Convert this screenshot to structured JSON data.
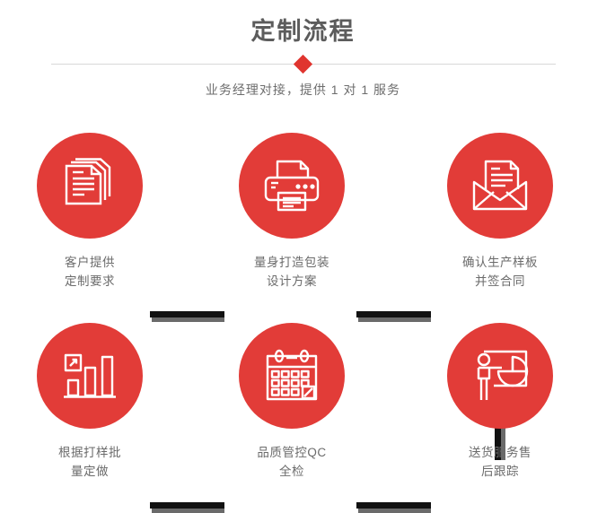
{
  "header": {
    "title": "定制流程",
    "subtitle": "业务经理对接，提供 1 对 1 服务",
    "divider_icon": "diamond-marker",
    "accent_color": "#e0352f",
    "title_color": "#5c5c5c",
    "line_color": "#d8d8d8"
  },
  "theme": {
    "circle_color": "#e23c38",
    "connector_color": "#111111",
    "connector_shadow_color": "#6a6a6a",
    "label_color": "#6b6b6b",
    "background": "#ffffff"
  },
  "steps": [
    {
      "index": 1,
      "icon": "documents-stack-icon",
      "label": "客户提供\n定制要求"
    },
    {
      "index": 2,
      "icon": "printer-icon",
      "label": "量身打造包装\n设计方案"
    },
    {
      "index": 3,
      "icon": "envelope-letter-icon",
      "label": "确认生产样板\n并签合同"
    },
    {
      "index": 4,
      "icon": "bar-chart-growth-icon",
      "label": "根据打样批\n量定做"
    },
    {
      "index": 5,
      "icon": "calendar-check-icon",
      "label": "品质管控QC\n全检"
    },
    {
      "index": 6,
      "icon": "presenter-chart-icon",
      "label": "送货服务售\n后跟踪"
    }
  ],
  "connectors": [
    {
      "id": 1,
      "orientation": "horizontal",
      "from_step": 1,
      "to_step": 2
    },
    {
      "id": 2,
      "orientation": "horizontal",
      "from_step": 2,
      "to_step": 3
    },
    {
      "id": 3,
      "orientation": "vertical",
      "from_step": 3,
      "to_step": 6
    },
    {
      "id": 4,
      "orientation": "horizontal",
      "from_step": 4,
      "to_step": 5
    },
    {
      "id": 5,
      "orientation": "horizontal",
      "from_step": 5,
      "to_step": 6
    }
  ]
}
